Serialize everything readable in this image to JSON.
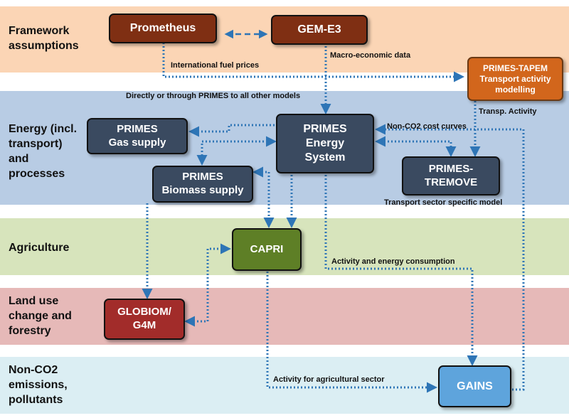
{
  "colors": {
    "framework_band": "#fbd5b5",
    "energy_band": "#b8cce4",
    "agriculture_band": "#d7e4bc",
    "landuse_band": "#e6b9b8",
    "nonco2_band": "#dbeef3",
    "dark_box": "#7f2f13",
    "primes_box": "#3a4a60",
    "tapem_box": "#d2661c",
    "capri_box": "#5e7f26",
    "globiom_box": "#a22c2a",
    "gains_box": "#5ea4dc",
    "link": "#2e75b6"
  },
  "bands": {
    "framework": "Framework\nassumptions",
    "energy": "Energy (incl.\ntransport)\nand\nprocesses",
    "agriculture": "Agriculture",
    "landuse": "Land use\nchange and\nforestry",
    "nonco2": "Non-CO2\nemissions,\npollutants"
  },
  "models": {
    "prometheus": "Prometheus",
    "gem_e3": "GEM-E3",
    "primes_tapem": "PRIMES-TAPEM\nTransport activity\nmodelling",
    "primes_gas": "PRIMES\nGas supply",
    "primes_energy": "PRIMES\nEnergy\nSystem",
    "primes_biomass": "PRIMES\nBiomass supply",
    "primes_tremove": "PRIMES-\nTREMOVE",
    "capri": "CAPRI",
    "globiom": "GLOBIOM/\nG4M",
    "gains": "GAINS"
  },
  "labels": {
    "intl_fuel": "International fuel prices",
    "macro": "Macro-economic data",
    "directly": "Directly or through PRIMES to all other models",
    "transp_activity": "Transp. Activity",
    "non_co2_cost": "Non-CO2 cost curves",
    "transport_specific": "Transport sector specific model",
    "activity_energy": "Activity and energy consumption",
    "activity_agri": "Activity for agricultural sector"
  }
}
